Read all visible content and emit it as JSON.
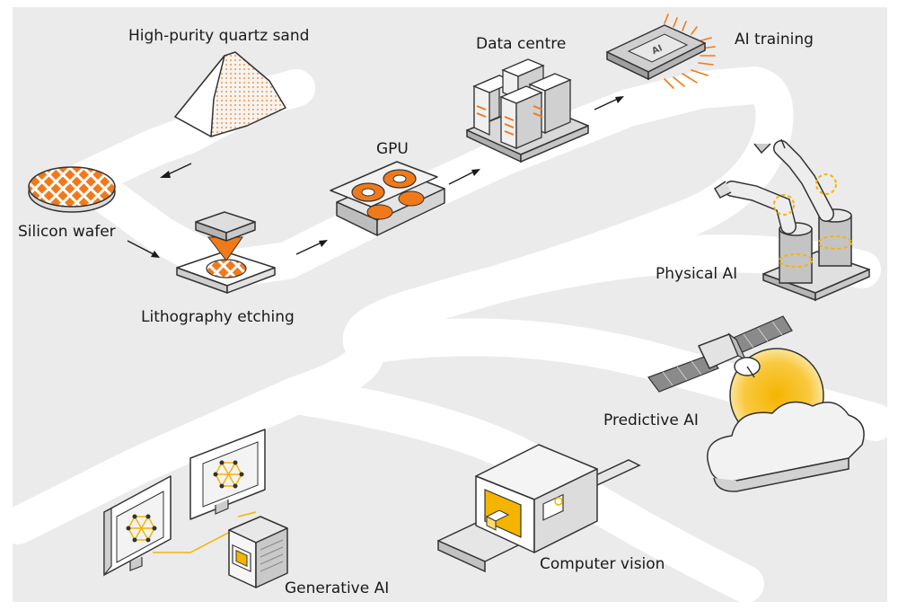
{
  "labels": {
    "quartz_sand": "High-purity quartz sand",
    "silicon_wafer": "Silicon wafer",
    "lithography": "Lithography etching",
    "gpu": "GPU",
    "data_centre": "Data centre",
    "ai_training": "AI training",
    "physical_ai": "Physical AI",
    "predictive_ai": "Predictive AI",
    "computer_vision": "Computer vision",
    "generative_ai": "Generative AI",
    "chip_mark": "AI"
  },
  "colors": {
    "background": "#ebebeb",
    "path": "#ffffff",
    "accent_orange": "#f07a1a",
    "accent_yellow": "#f5b400",
    "outline": "#333333"
  }
}
